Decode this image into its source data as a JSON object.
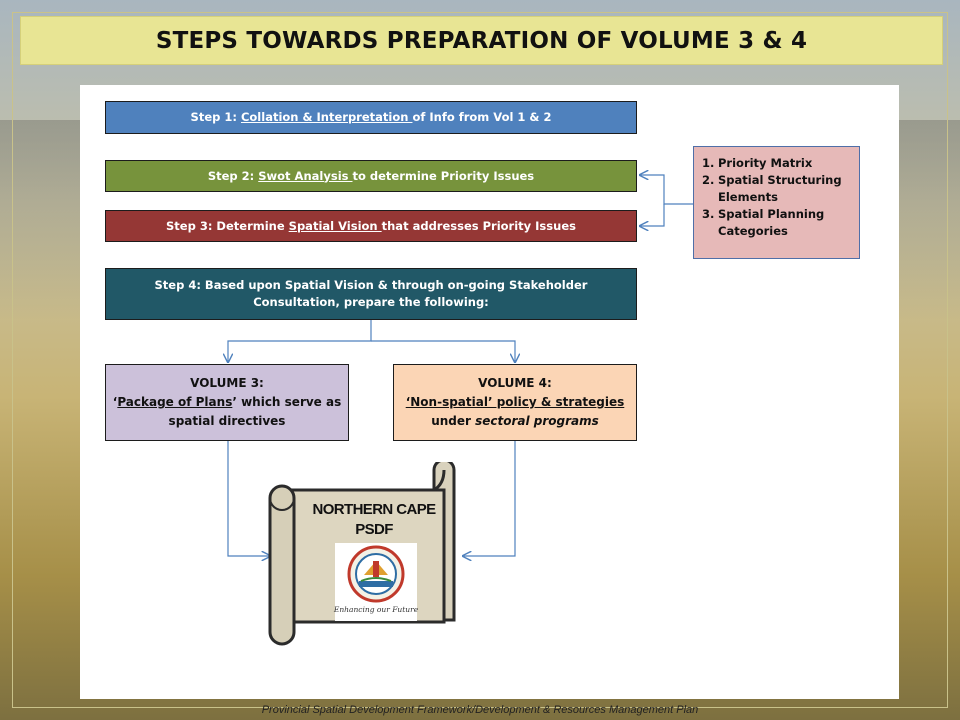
{
  "title": "STEPS TOWARDS PREPARATION OF VOLUME 3 & 4",
  "steps": {
    "step1": {
      "prefix": "Step 1:  ",
      "underlined": "Collation & Interpretation ",
      "suffix": "of Info from Vol 1 & 2"
    },
    "step2": {
      "prefix": "Step 2:  ",
      "underlined": "Swot Analysis ",
      "suffix": "to determine Priority Issues"
    },
    "step3": {
      "prefix": "Step 3:  Determine ",
      "underlined": "Spatial Vision ",
      "suffix": "that addresses Priority Issues"
    },
    "step4": {
      "line1": "Step 4:  Based upon Spatial Vision & through on-going Stakeholder",
      "line2": "Consultation, prepare the following:"
    }
  },
  "volume3": {
    "heading": "VOLUME 3:",
    "quote_open": "‘",
    "underlined": "Package of Plans",
    "rest": "’ which serve as",
    "line3": "spatial directives"
  },
  "volume4": {
    "heading": "VOLUME 4:",
    "underlined": "‘Non-spatial’ policy & strategies",
    "line3_prefix": "under ",
    "line3_italic": "sectoral programs"
  },
  "side_list": [
    {
      "num": "1.",
      "text": "Priority Matrix"
    },
    {
      "num": "2.",
      "text": "Spatial Structuring Elements"
    },
    {
      "num": "3.",
      "text": "Spatial Planning Categories"
    }
  ],
  "scroll": {
    "line1": "NORTHERN CAPE",
    "line2": "PSDF",
    "logo_caption": "Enhancing our Future"
  },
  "footer": "Provincial Spatial Development Framework/Development & Resources Management Plan",
  "colors": {
    "title_bg": "#e8e594",
    "step1": "#4f81bd",
    "step2": "#77933c",
    "step3": "#953735",
    "step4": "#215867",
    "volume3": "#ccc1da",
    "volume4": "#fbd5b5",
    "side": "#e6b9b8",
    "connector": "#4f81bd"
  }
}
